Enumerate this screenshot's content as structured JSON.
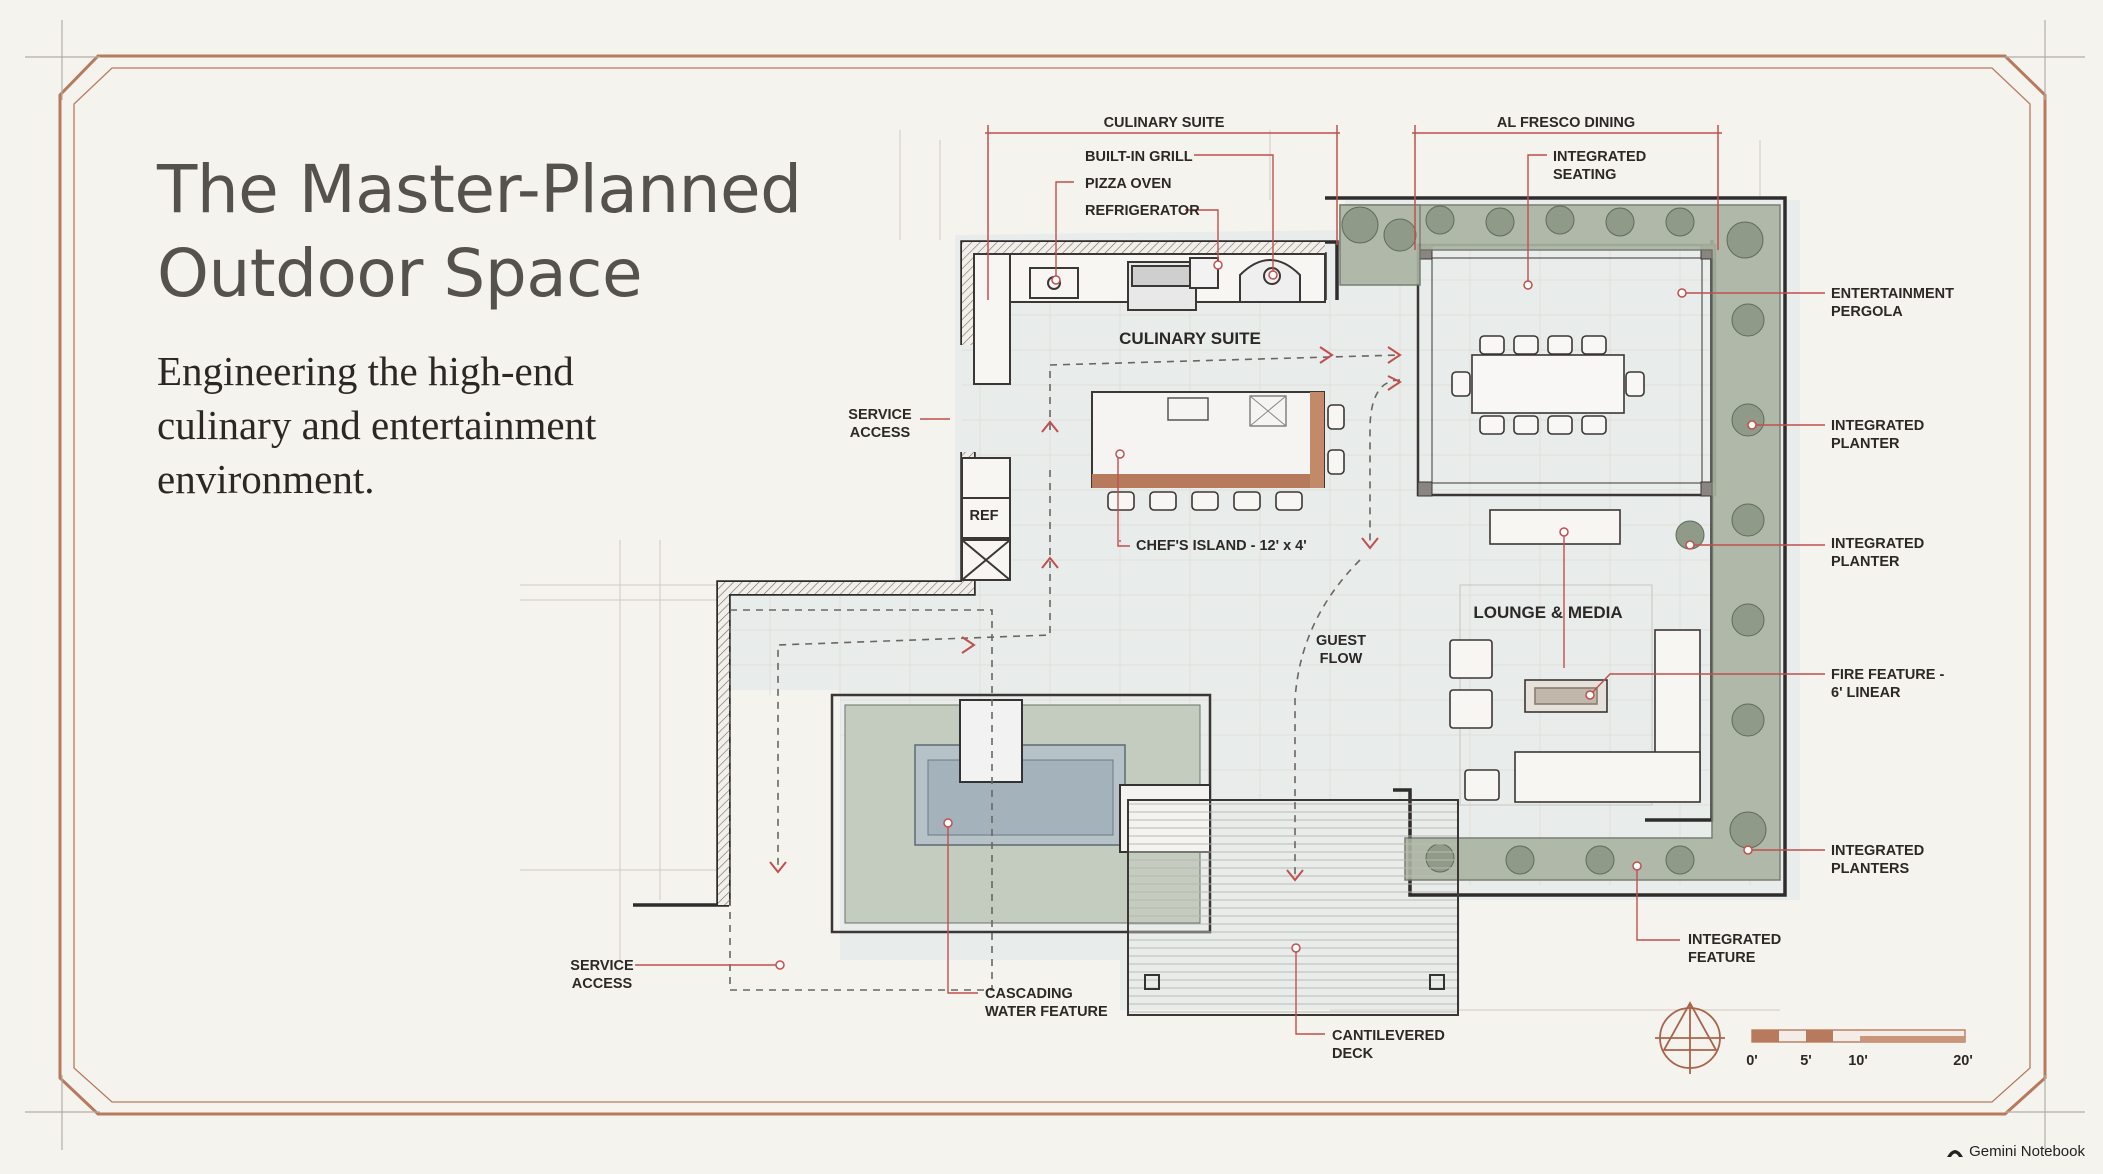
{
  "title_lines": [
    "The Master-Planned",
    "Outdoor Space"
  ],
  "subtitle_lines": [
    "Engineering the high-end",
    "culinary and entertainment",
    "environment."
  ],
  "labels": {
    "culinary_suite_dim": "CULINARY SUITE",
    "al_fresco_dining": "AL FRESCO DINING",
    "built_in_grill": "BUILT-IN GRILL",
    "pizza_oven": "PIZZA OVEN",
    "refrigerator": "REFRIGERATOR",
    "integrated_seating": [
      "INTEGRATED",
      "SEATING"
    ],
    "entertainment_pergola": [
      "ENTERTAINMENT",
      "PERGOLA"
    ],
    "culinary_suite": "CULINARY SUITE",
    "service_access_top": [
      "SERVICE",
      "ACCESS"
    ],
    "ref": "REF",
    "integrated_planter_1": [
      "INTEGRATED",
      "PLANTER"
    ],
    "integrated_planter_2": [
      "INTEGRATED",
      "PLANTER"
    ],
    "chefs_island": "CHEF'S ISLAND - 12' x 4'",
    "lounge_media": "LOUNGE & MEDIA",
    "guest_flow": [
      "GUEST",
      "FLOW"
    ],
    "fire_feature": [
      "FIRE FEATURE -",
      "6' LINEAR"
    ],
    "integrated_planters": [
      "INTEGRATED",
      "PLANTERS"
    ],
    "integrated_feature": [
      "INTEGRATED",
      "FEATURE"
    ],
    "service_access_bottom": [
      "SERVICE",
      "ACCESS"
    ],
    "cascading_water": [
      "CASCADING",
      "WATER FEATURE"
    ],
    "cantilevered_deck": [
      "CANTILEVERED",
      "DECK"
    ]
  },
  "scale_bar": [
    "0'",
    "5'",
    "10'",
    "20'"
  ],
  "brand": "Gemini Notebook",
  "colors": {
    "copper": "#b87a5c",
    "annotation_red": "#c0504d",
    "wall": "#2f2d2b",
    "planting": "#a9b3a0",
    "shadow": "#dde5ea"
  },
  "icons": [
    "north-arrow-icon",
    "gemini-logo-icon"
  ]
}
